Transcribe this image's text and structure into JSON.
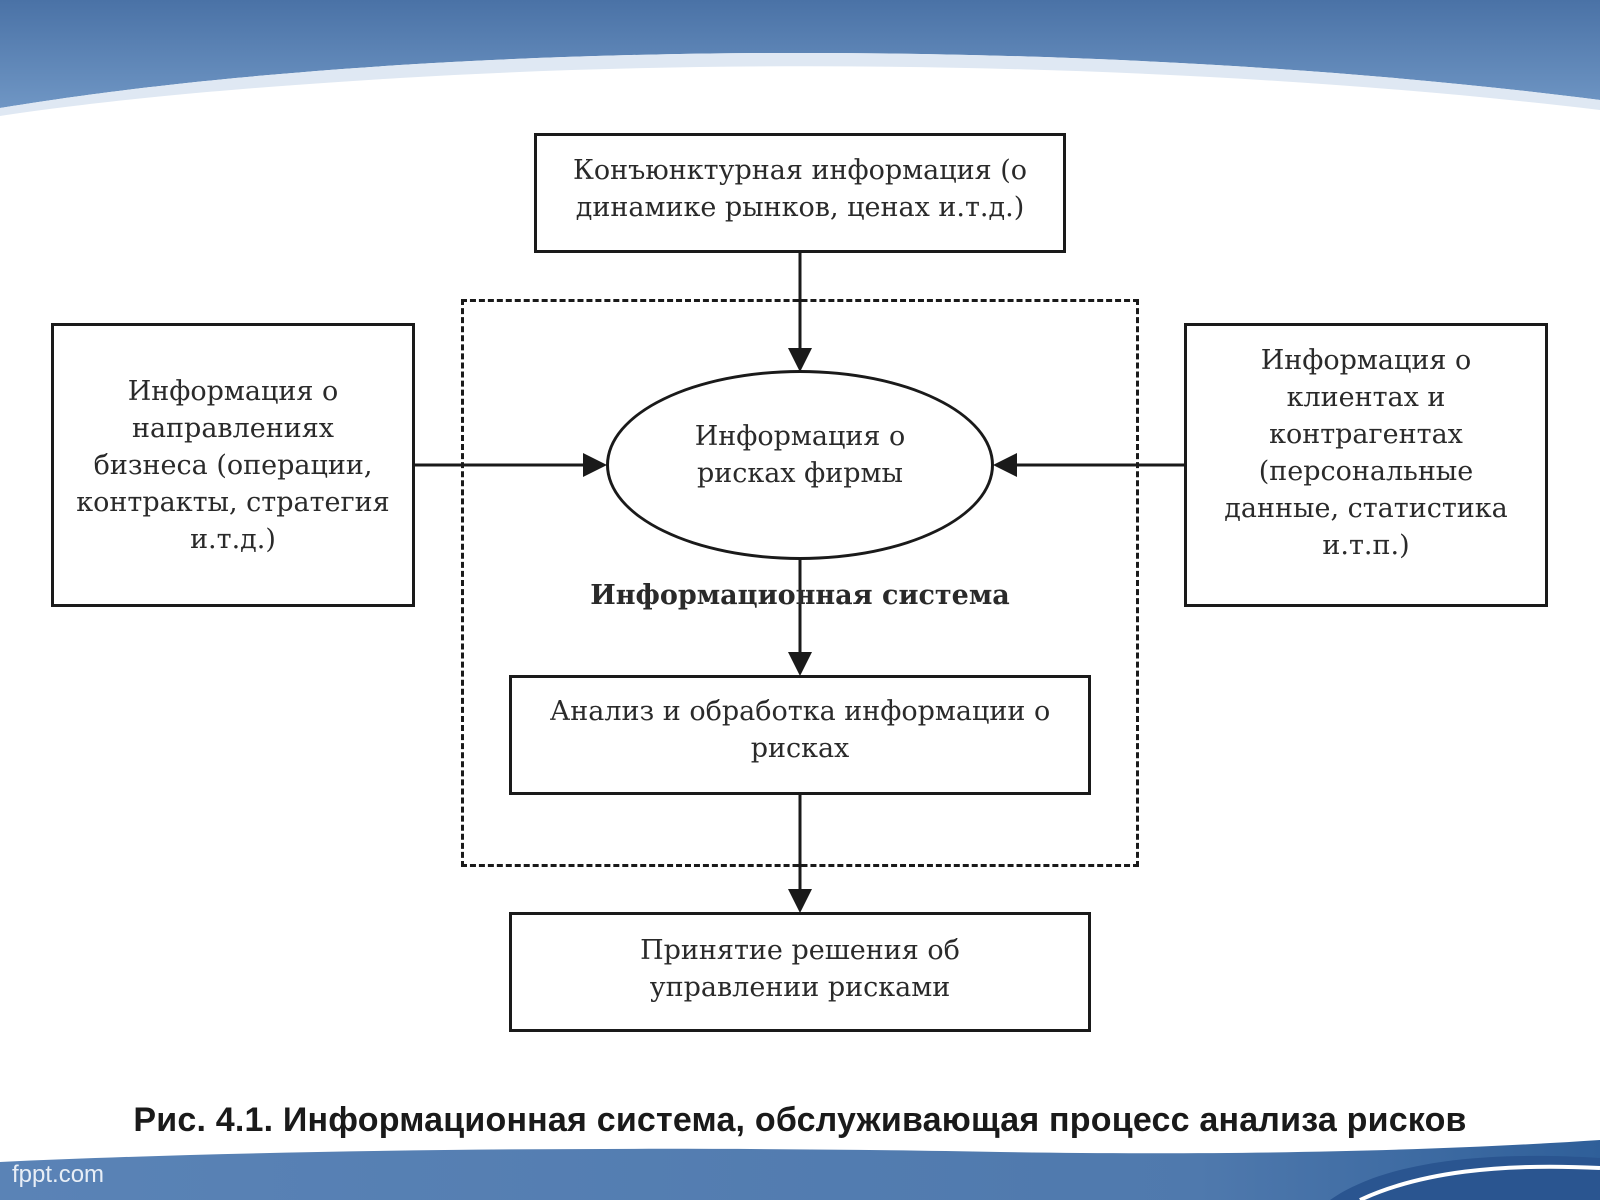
{
  "slide": {
    "colors": {
      "banner": "#4f79ad",
      "banner_light": "#7ea2cc",
      "ink": "#1a1a1a",
      "background": "#ffffff"
    },
    "watermark": "fppt.com"
  },
  "diagram": {
    "nodes": {
      "market": "Конъюнктурная информация (о\nдинамике рынков, ценах и.т.д.)",
      "business": "Информация о\nнаправлениях\nбизнеса (операции,\nконтракты, стратегия\nи.т.д.)",
      "risks": "Информация о\nрисках фирмы",
      "clients": "Информация о\nклиентах и\nконтрагентах\n(персональные\nданные, статистика\nи.т.п.)",
      "analysis": "Анализ и обработка информации о\nрисках",
      "decision": "Принятие решения об\nуправлении рисками"
    },
    "system_label": "Информационная система",
    "edges": [
      {
        "from": "market",
        "to": "risks"
      },
      {
        "from": "business",
        "to": "risks"
      },
      {
        "from": "clients",
        "to": "risks"
      },
      {
        "from": "risks",
        "to": "analysis"
      },
      {
        "from": "analysis",
        "to": "decision"
      }
    ]
  },
  "caption": "Рис. 4.1. Информационная система, обслуживающая процесс анализа рисков"
}
